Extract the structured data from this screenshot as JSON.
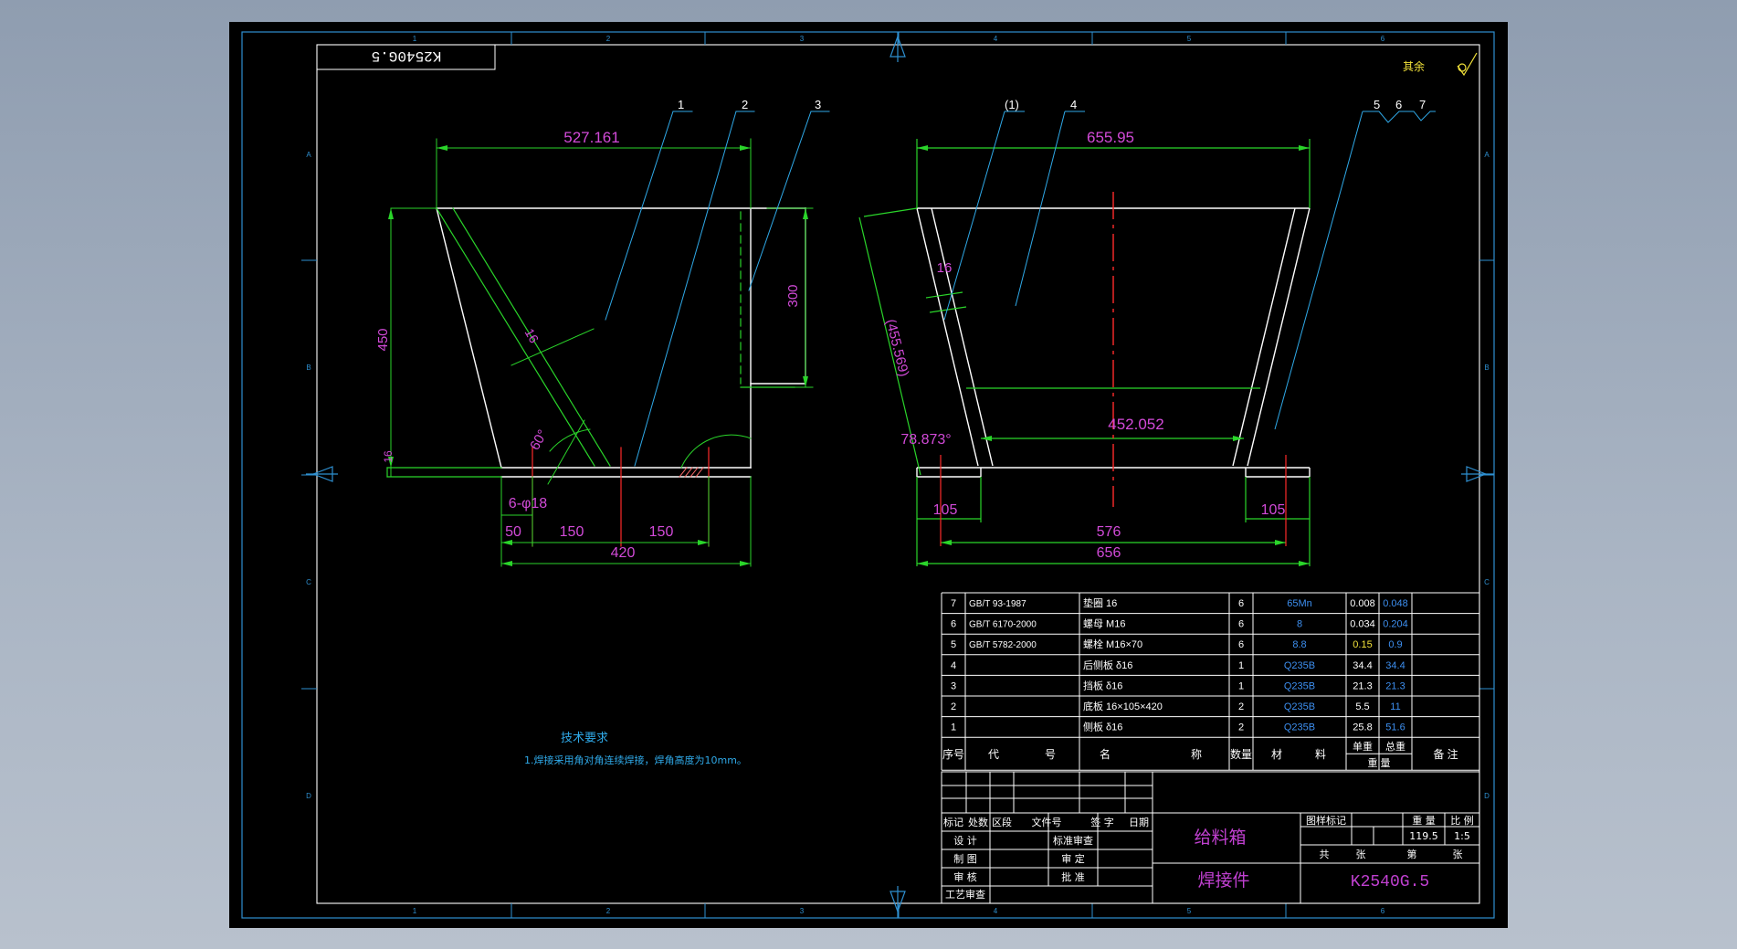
{
  "colors": {
    "paper": "#000000",
    "frame": "#2e8fd0",
    "border": "#ffffff",
    "dimension": "#d24ad8",
    "green": "#2ad52a",
    "leader": "#2fa9e8",
    "centerline": "#ff2a2a",
    "table_text": "#ffffff",
    "table_blue": "#3d8ff0",
    "table_yellow": "#f2e23a",
    "title_magenta": "#c040d0"
  },
  "drawing_code_mirrored": "K2540G.5",
  "rough_note": "其余",
  "zone_numbers": [
    "1",
    "2",
    "3",
    "4",
    "5",
    "6"
  ],
  "zone_letters": [
    "A",
    "B",
    "C",
    "D"
  ],
  "callouts": {
    "left": [
      "1",
      "2",
      "3"
    ],
    "right": [
      "(1)",
      "4",
      "5",
      "6",
      "7"
    ]
  },
  "dims_left": {
    "top_width": "527.161",
    "height": "450",
    "right_height": "300",
    "thickness": "16",
    "base": "16",
    "angle": "60°",
    "holes": "6-φ18",
    "d50": "50",
    "d150a": "150",
    "d150b": "150",
    "d420": "420"
  },
  "dims_right": {
    "top_width": "655.95",
    "thickness": "16",
    "slant": "(455.569)",
    "angle": "78.873°",
    "inner": "452.052",
    "d105a": "105",
    "d105b": "105",
    "d576": "576",
    "d656": "656"
  },
  "tech": {
    "title": "技术要求",
    "line1": "1.焊接采用角对角连续焊接，焊角高度为10mm。"
  },
  "bom": {
    "rows": [
      {
        "no": "7",
        "code": "GB/T 93-1987",
        "name": "垫圈 16",
        "qty": "6",
        "mat": "65Mn",
        "unit": "0.008",
        "total": "0.048",
        "note": ""
      },
      {
        "no": "6",
        "code": "GB/T 6170-2000",
        "name": "螺母 M16",
        "qty": "6",
        "mat": "8",
        "unit": "0.034",
        "total": "0.204",
        "note": ""
      },
      {
        "no": "5",
        "code": "GB/T 5782-2000",
        "name": "螺栓 M16×70",
        "qty": "6",
        "mat": "8.8",
        "unit": "0.15",
        "total": "0.9",
        "note": ""
      },
      {
        "no": "4",
        "code": "",
        "name": "后侧板 δ16",
        "qty": "1",
        "mat": "Q235B",
        "unit": "34.4",
        "total": "34.4",
        "note": ""
      },
      {
        "no": "3",
        "code": "",
        "name": "挡板 δ16",
        "qty": "1",
        "mat": "Q235B",
        "unit": "21.3",
        "total": "21.3",
        "note": ""
      },
      {
        "no": "2",
        "code": "",
        "name": "底板 16×105×420",
        "qty": "2",
        "mat": "Q235B",
        "unit": "5.5",
        "total": "11",
        "note": ""
      },
      {
        "no": "1",
        "code": "",
        "name": "侧板 δ16",
        "qty": "2",
        "mat": "Q235B",
        "unit": "25.8",
        "total": "51.6",
        "note": ""
      }
    ],
    "header": {
      "no": "序号",
      "code_a": "代",
      "code_b": "号",
      "name_a": "名",
      "name_b": "称",
      "qty": "数量",
      "mat_a": "材",
      "mat_b": "料",
      "unit_w": "单重",
      "total_w": "总重",
      "weight": "重  量",
      "note": "备 注"
    }
  },
  "title_block": {
    "rev_labels": [
      "标记",
      "处数",
      "区段",
      "文件号",
      "签 字",
      "日期"
    ],
    "design": "设  计",
    "std_check": "标准审查",
    "draw": "制  图",
    "review": "审  定",
    "check": "审  核",
    "approve": "批  准",
    "process": "工艺审查",
    "part_name": "给料箱",
    "part_type": "焊接件",
    "drawing_no": "K2540G.5",
    "stage_label": "图样标记",
    "weight_label": "重  量",
    "scale_label": "比 例",
    "weight_value": "119.5",
    "scale_value": "1:5",
    "total_sheets": "共",
    "sheets_unit": "张",
    "sheet_no": "第",
    "sheet_unit": "张"
  }
}
